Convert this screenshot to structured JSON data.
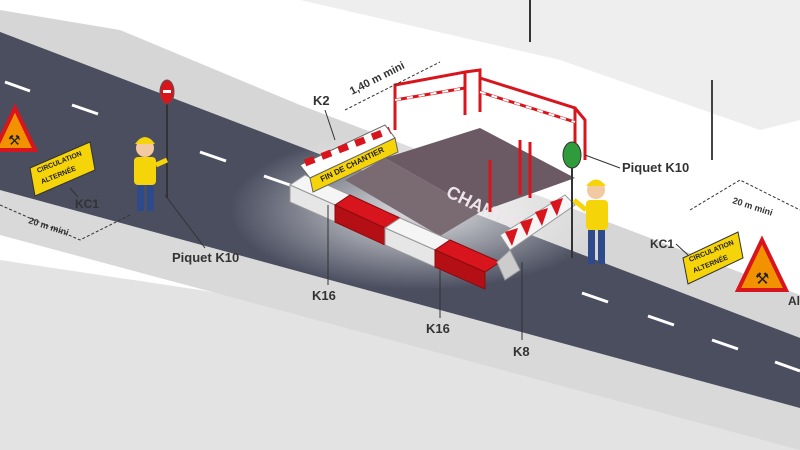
{
  "labels": {
    "k2": "K2",
    "width_min": "1,40 m mini",
    "fin_de_chantier": "FIN DE CHANTIER",
    "chantier": "CHANTIER",
    "piquet_k10_right": "Piquet K10",
    "piquet_k10_left": "Piquet K10",
    "kc1_left": "KC1",
    "kc1_right": "KC1",
    "dist_left": "20 m mini",
    "dist_right": "20 m mini",
    "k16_left": "K16",
    "k16_center": "K16",
    "k8": "K8",
    "edge_right": "Al"
  },
  "signs": {
    "circulation_line1": "CIRCULATION",
    "circulation_line2": "ALTERNÉE"
  },
  "colors": {
    "road": "#4a4e5f",
    "sidewalk": "#d9d9d9",
    "barrier_red": "#d8141c",
    "sign_yellow": "#f6d40a",
    "sign_orange": "#f39200",
    "work_zone": "#6b5a64"
  }
}
